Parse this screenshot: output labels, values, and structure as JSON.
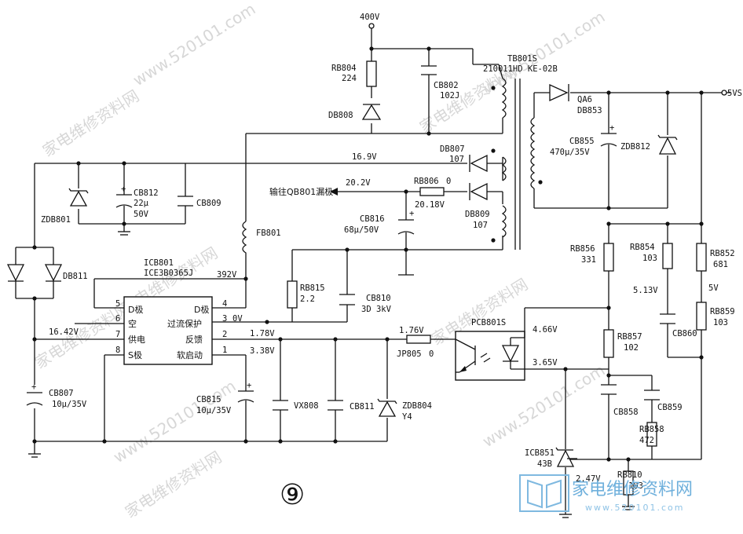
{
  "diagram": {
    "figure_number": "⑨",
    "watermarks": [
      "家电维修资料网",
      "www.520101.com"
    ],
    "brand_watermark": {
      "text": "家电维修资料网",
      "url": "www.520101.com"
    },
    "rails": {
      "v400": "400V",
      "v5vs": "5VS"
    },
    "transformer": {
      "ref": "TB801S",
      "part": "210011HD KE-02B"
    },
    "ic": {
      "ref": "ICB801",
      "part": "ICE3B0365J",
      "pins": [
        {
          "num": "5",
          "name": "D极"
        },
        {
          "num": "6",
          "name": "空"
        },
        {
          "num": "7",
          "name": "供电"
        },
        {
          "num": "8",
          "name": "S极"
        },
        {
          "num": "4",
          "name": "D极"
        },
        {
          "num": "3",
          "name": "过流保护"
        },
        {
          "num": "2",
          "name": "反馈"
        },
        {
          "num": "1",
          "name": "软启动"
        }
      ]
    },
    "components": {
      "RB804": {
        "ref": "RB804",
        "value": "224"
      },
      "DB808": {
        "ref": "DB808"
      },
      "CB802": {
        "ref": "CB802",
        "value": "102J"
      },
      "DB807": {
        "ref": "DB807",
        "value": "107"
      },
      "DB809": {
        "ref": "DB809",
        "value": "107"
      },
      "RB806": {
        "ref": "RB806",
        "value": "0"
      },
      "CB816": {
        "ref": "CB816",
        "value": "68μ/50V"
      },
      "ZDB801": {
        "ref": "ZDB801"
      },
      "CB812": {
        "ref": "CB812",
        "value1": "22μ",
        "value2": "50V"
      },
      "CB809": {
        "ref": "CB809"
      },
      "FB801": {
        "ref": "FB801"
      },
      "DB811": {
        "ref": "DB811"
      },
      "RB815": {
        "ref": "RB815",
        "value": "2.2"
      },
      "CB810": {
        "ref": "CB810",
        "value": "3D 3kV"
      },
      "CB807": {
        "ref": "CB807",
        "value": "10μ/35V"
      },
      "CB815": {
        "ref": "CB815",
        "value": "10μ/35V"
      },
      "VX808": {
        "ref": "VX808"
      },
      "CB811": {
        "ref": "CB811"
      },
      "ZDB804": {
        "ref": "ZDB804",
        "value": "Y4"
      },
      "JP805": {
        "ref": "JP805",
        "value": "0"
      },
      "PCB801S": {
        "ref": "PCB801S"
      },
      "QA6": {
        "ref": "QA6",
        "value": "DB853"
      },
      "CB855": {
        "ref": "CB855",
        "value": "470μ/35V"
      },
      "ZDB812": {
        "ref": "ZDB812"
      },
      "RB856": {
        "ref": "RB856",
        "value": "331"
      },
      "RB854": {
        "ref": "RB854",
        "value": "103"
      },
      "RB852": {
        "ref": "RB852",
        "value": "681"
      },
      "RB859": {
        "ref": "RB859",
        "value": "103"
      },
      "RB857": {
        "ref": "RB857",
        "value": "102"
      },
      "CB860": {
        "ref": "CB860"
      },
      "CB858": {
        "ref": "CB858"
      },
      "CB859": {
        "ref": "CB859"
      },
      "RB858": {
        "ref": "RB858",
        "value": "472"
      },
      "ICB851": {
        "ref": "ICB851",
        "value": "43B"
      },
      "RB810": {
        "ref": "RB810",
        "value": "103"
      }
    },
    "voltages": {
      "v169": "16.9V",
      "v202": "20.2V",
      "v2018": "20.18V",
      "v392": "392V",
      "v1642": "16.42V",
      "v0": "0V",
      "v178": "1.78V",
      "v338": "3.38V",
      "v176": "1.76V",
      "v466": "4.66V",
      "v365": "3.65V",
      "v513": "5.13V",
      "v5": "5V",
      "v247": "2.47V"
    },
    "notes": {
      "output_to": "输往QB801漏极"
    }
  }
}
